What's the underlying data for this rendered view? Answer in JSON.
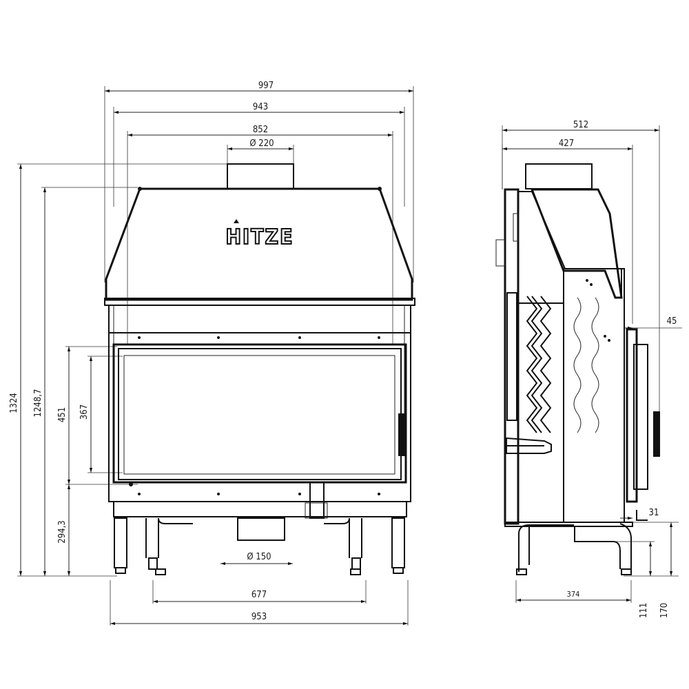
{
  "brand": {
    "logo_text": "HITZE"
  },
  "front_view": {
    "width_overall": "997",
    "width_body": "943",
    "width_inner": "852",
    "flue_diameter": "Ø 220",
    "height_overall": "1324",
    "height_body": "1248,7",
    "glass_height_outer": "451",
    "glass_height_inner": "367",
    "floor_to_glass": "294,3",
    "air_inlet_diameter": "Ø 150",
    "leg_spacing_inner": "677",
    "leg_spacing_outer": "953"
  },
  "side_view": {
    "depth_overall": "512",
    "depth_body": "427",
    "door_offset": "45",
    "door_gap": "31",
    "leg_depth": "374",
    "height_111": "111",
    "height_170": "170"
  },
  "colors": {
    "line": "#111111",
    "background": "#ffffff"
  }
}
